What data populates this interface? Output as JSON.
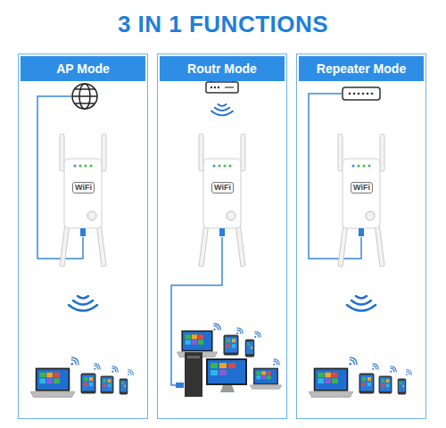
{
  "diagram": {
    "title": "3 IN 1 FUNCTIONS",
    "nodes": [
      {
        "text": [
          "AP Mode"
        ]
      },
      {
        "text": [
          "Routr Mode"
        ]
      },
      {
        "text": [
          "Repeater Mode"
        ]
      }
    ],
    "labels": [
      "WiFi",
      "WiFi",
      "WiFi"
    ]
  }
}
